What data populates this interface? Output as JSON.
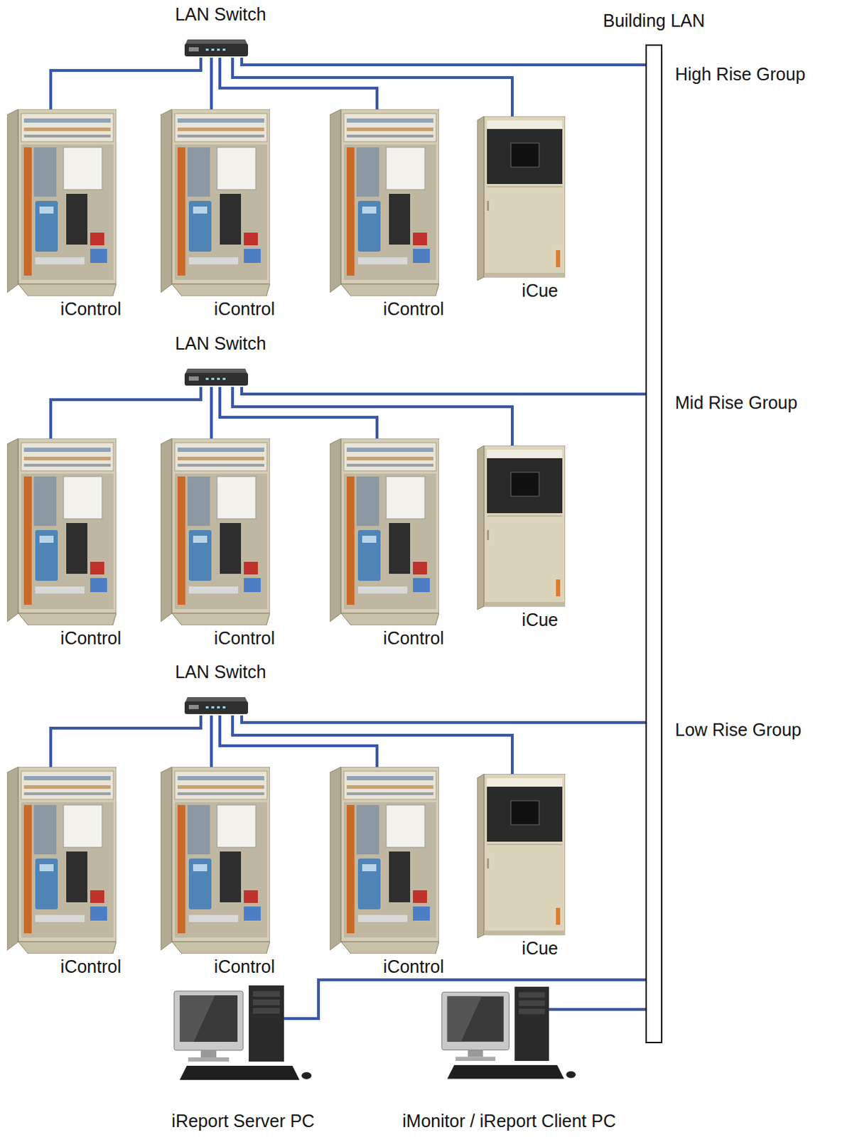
{
  "diagram": {
    "nodes": [
      {
        "text": [
          "LAN Switch"
        ]
      },
      {
        "text": [
          "Building LAN"
        ]
      },
      {
        "text": [
          "iControl"
        ]
      },
      {
        "text": [
          "iControl"
        ]
      },
      {
        "text": [
          "iControl"
        ]
      },
      {
        "text": [
          "iCue"
        ]
      },
      {
        "text": [
          "LAN Switch"
        ]
      },
      {
        "text": [
          "iControl"
        ]
      },
      {
        "text": [
          "iControl"
        ]
      },
      {
        "text": [
          "iControl"
        ]
      },
      {
        "text": [
          "iCue"
        ]
      },
      {
        "text": [
          "LAN Switch"
        ]
      },
      {
        "text": [
          "iControl"
        ]
      },
      {
        "text": [
          "iControl"
        ]
      },
      {
        "text": [
          "iControl"
        ]
      },
      {
        "text": [
          "iCue"
        ]
      },
      {
        "text": [
          "iReport Server PC"
        ]
      },
      {
        "text": [
          "iMonitor / iReport Client PC"
        ]
      }
    ],
    "edges": [
      {
        "from": 0,
        "to": 2,
        "arrow": "none"
      },
      {
        "from": 0,
        "to": 3,
        "arrow": "none"
      },
      {
        "from": 0,
        "to": 4,
        "arrow": "none"
      },
      {
        "from": 0,
        "to": 5,
        "arrow": "none"
      },
      {
        "from": 0,
        "to": 1,
        "arrow": "none"
      },
      {
        "from": 6,
        "to": 7,
        "arrow": "none"
      },
      {
        "from": 6,
        "to": 8,
        "arrow": "none"
      },
      {
        "from": 6,
        "to": 9,
        "arrow": "none"
      },
      {
        "from": 6,
        "to": 10,
        "arrow": "none"
      },
      {
        "from": 6,
        "to": 1,
        "arrow": "none"
      },
      {
        "from": 11,
        "to": 12,
        "arrow": "none"
      },
      {
        "from": 11,
        "to": 13,
        "arrow": "none"
      },
      {
        "from": 11,
        "to": 14,
        "arrow": "none"
      },
      {
        "from": 11,
        "to": 15,
        "arrow": "none"
      },
      {
        "from": 11,
        "to": 1,
        "arrow": "none"
      },
      {
        "from": 16,
        "to": 1,
        "arrow": "none"
      },
      {
        "from": 17,
        "to": 1,
        "arrow": "none"
      }
    ],
    "labels": [
      "High Rise Group",
      "Mid Rise Group",
      "Low Rise Group"
    ]
  }
}
